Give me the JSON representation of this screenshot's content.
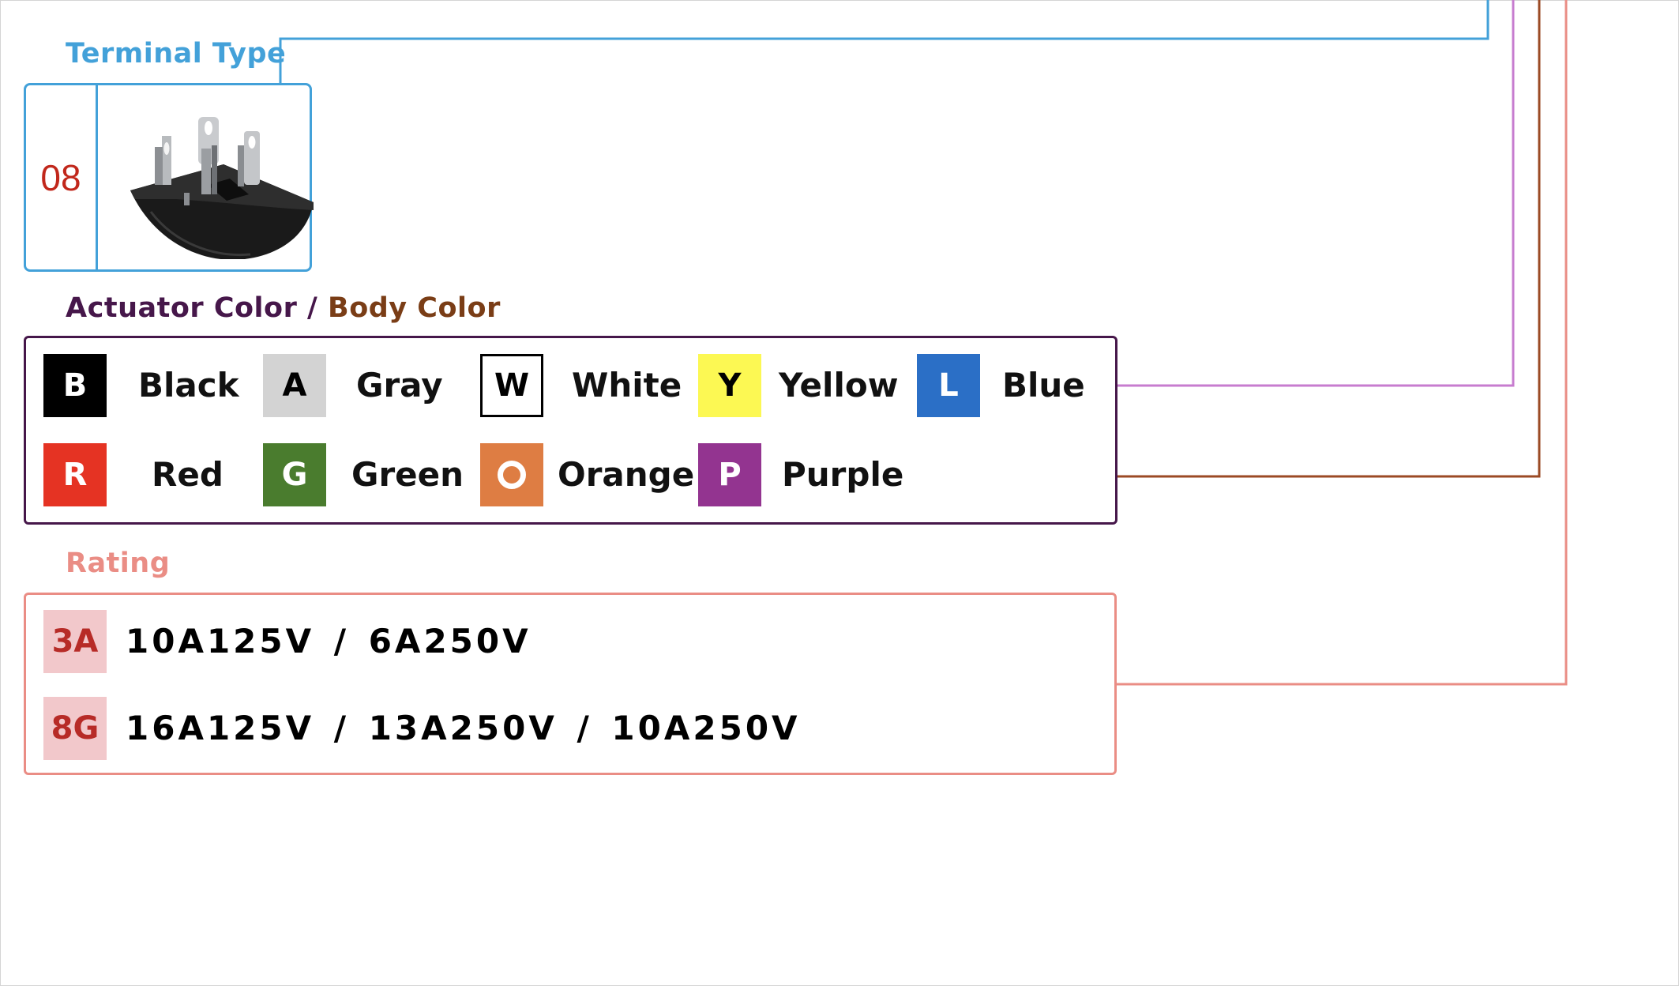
{
  "terminal_type": {
    "title": "Terminal Type",
    "code": "08",
    "image_icon": "semicircular-switch-terminal-image"
  },
  "actuator_body_color": {
    "title_actuator": "Actuator Color",
    "separator": " / ",
    "title_body": "Body Color",
    "colors": [
      {
        "code": "B",
        "name": "Black",
        "swatch": "#000000",
        "text": "#ffffff",
        "outline": false,
        "ring": false
      },
      {
        "code": "A",
        "name": "Gray",
        "swatch": "#d3d3d3",
        "text": "#000000",
        "outline": false,
        "ring": false
      },
      {
        "code": "W",
        "name": "White",
        "swatch": "#ffffff",
        "text": "#000000",
        "outline": true,
        "ring": false
      },
      {
        "code": "Y",
        "name": "Yellow",
        "swatch": "#fcf853",
        "text": "#000000",
        "outline": false,
        "ring": false
      },
      {
        "code": "L",
        "name": "Blue",
        "swatch": "#2b6fc6",
        "text": "#ffffff",
        "outline": false,
        "ring": false
      },
      {
        "code": "R",
        "name": "Red",
        "swatch": "#e53323",
        "text": "#ffffff",
        "outline": false,
        "ring": false
      },
      {
        "code": "G",
        "name": "Green",
        "swatch": "#4a7c2e",
        "text": "#ffffff",
        "outline": false,
        "ring": false
      },
      {
        "code": "O",
        "name": "Orange",
        "swatch": "#de7d43",
        "text": "#ffffff",
        "outline": false,
        "ring": true
      },
      {
        "code": "P",
        "name": "Purple",
        "swatch": "#933490",
        "text": "#ffffff",
        "outline": false,
        "ring": false
      }
    ]
  },
  "rating": {
    "title": "Rating",
    "rows": [
      {
        "code": "3A",
        "value": "10A125V / 6A250V"
      },
      {
        "code": "8G",
        "value": "16A125V / 13A250V / 10A250V"
      }
    ]
  },
  "colors": {
    "terminal": "#43a1d9",
    "actuator": "#46174a",
    "body": "#7a3d16",
    "rating": "#ea8d85",
    "actuator_connector": "#c77ccf",
    "body_connector": "#9b4a24",
    "code_text": "#c1271b",
    "rating_code_bg": "#f2c8cb",
    "rating_code_text": "#b72b27"
  }
}
